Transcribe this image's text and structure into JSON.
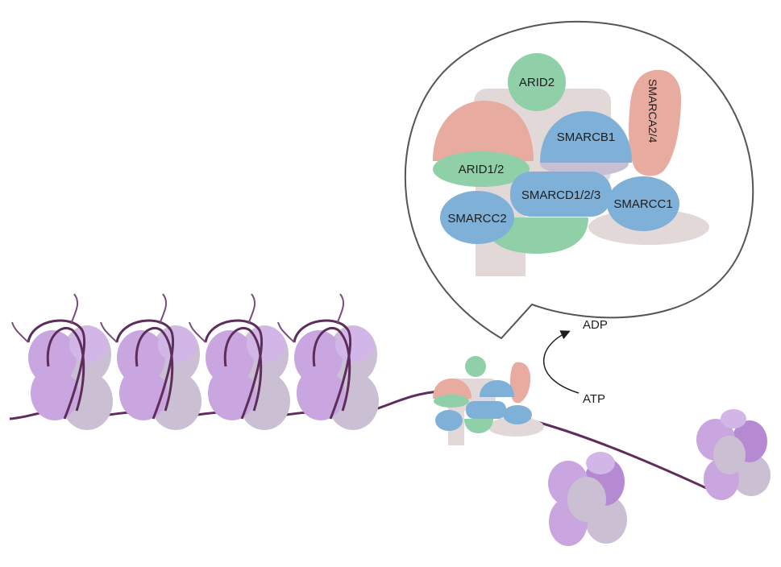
{
  "complex": {
    "subunits": {
      "arid2": "ARID2",
      "smarca": "SMARCA2/4",
      "smarcb1": "SMARCB1",
      "arid12": "ARID1/2",
      "smarcd": "SMARCD1/2/3",
      "smarcc1": "SMARCC1",
      "smarcc2": "SMARCC2"
    }
  },
  "reaction": {
    "product": "ADP",
    "substrate": "ATP"
  },
  "colors": {
    "nucleosome": "#c9a6e0",
    "nucleosome_dark": "#b68ad3",
    "nucleosome_gray": "#cbbfd4",
    "dna": "#5d2d5c",
    "scaffold": "#e2d8d8",
    "blue_subunit": "#7fb0d8",
    "pink_subunit": "#e7ab9f",
    "green_subunit": "#8fd0a8"
  }
}
